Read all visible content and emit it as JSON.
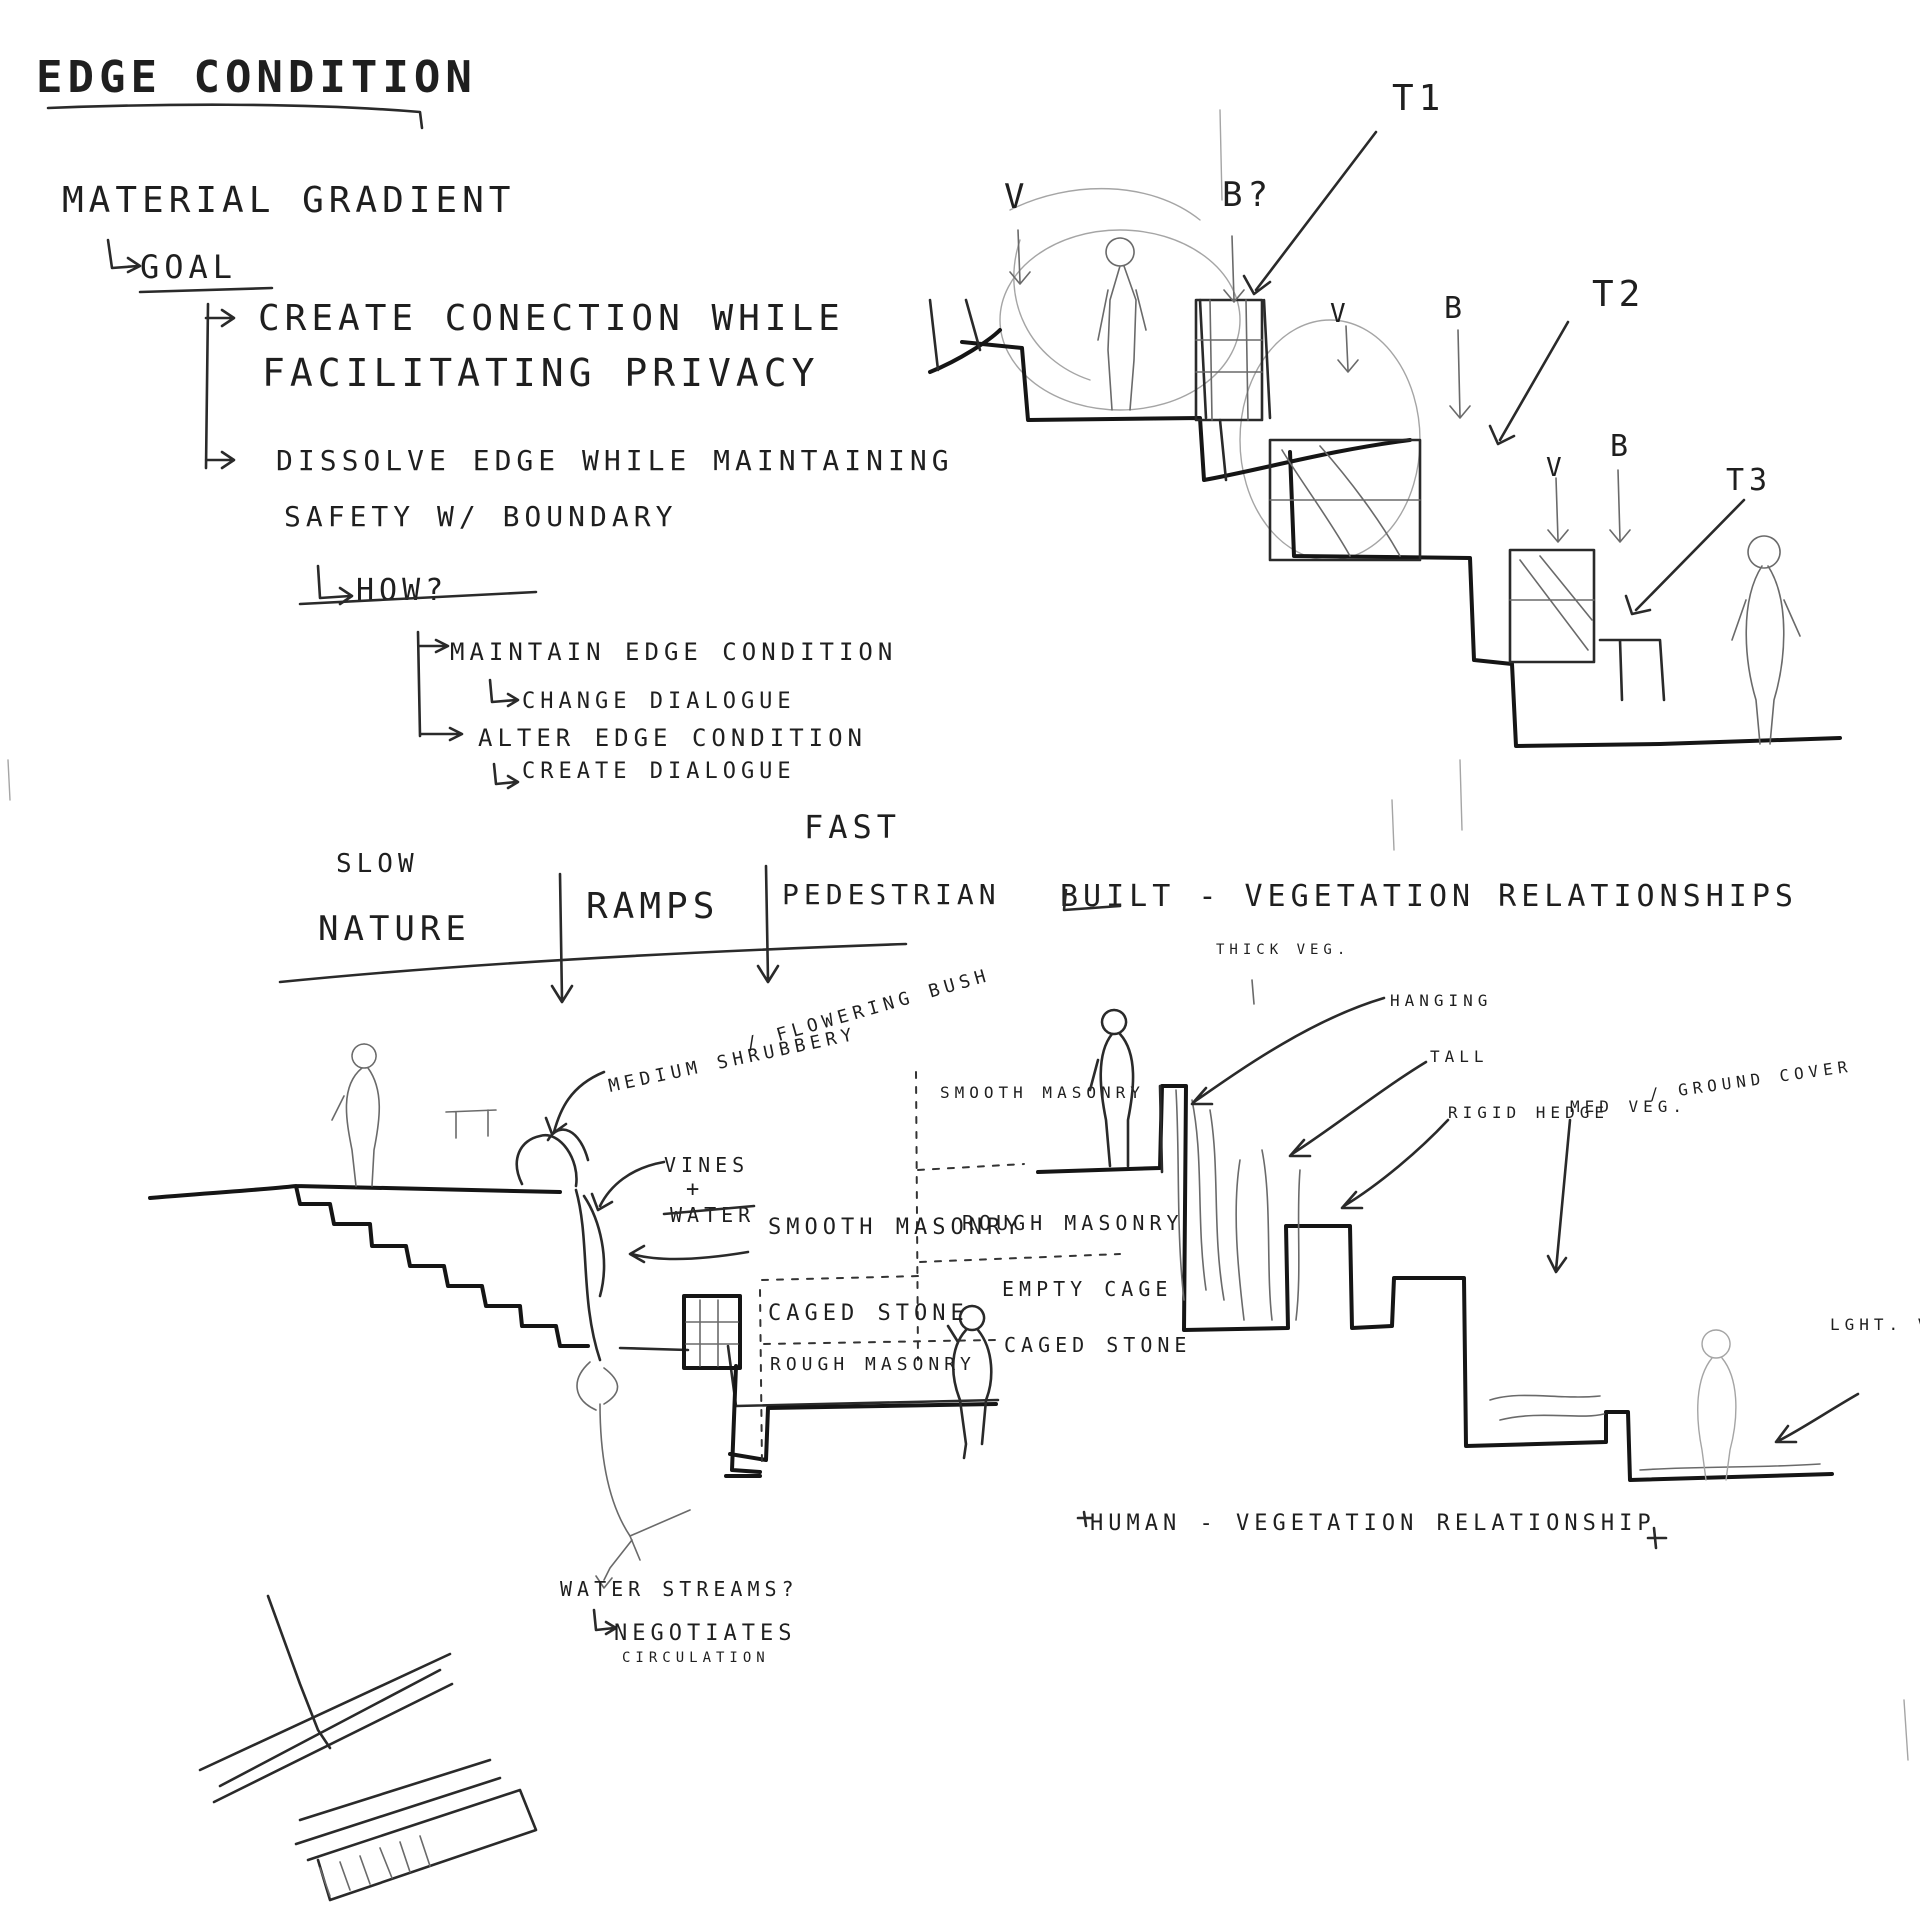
{
  "title": "EDGE CONDITION",
  "notes": {
    "material_gradient": "MATERIAL GRADIENT",
    "goal": "GOAL",
    "goal_1_line_1": "CREATE CONECTION WHILE",
    "goal_1_line_2": "FACILITATING PRIVACY",
    "goal_2_line_1": "DISSOLVE EDGE WHILE MAINTAINING",
    "goal_2_line_2": "SAFETY W/ BOUNDARY",
    "how": "HOW?",
    "how_1": "MAINTAIN EDGE CONDITION",
    "how_1_sub": "CHANGE DIALOGUE",
    "how_2": "ALTER EDGE CONDITION",
    "how_2_sub": "CREATE DIALOGUE"
  },
  "top_section": {
    "t1": "T1",
    "t2": "T2",
    "t3": "T3",
    "v": "V",
    "b": "B",
    "b_question": "B?"
  },
  "speed_diagram": {
    "slow": "SLOW",
    "fast": "FAST",
    "nature": "NATURE",
    "ramps": "RAMPS",
    "pedestrian": "PEDESTRIAN"
  },
  "left_section": {
    "medium_shrubbery": "MEDIUM SHRUBBERY",
    "flowering_bush": "/ FLOWERING BUSH",
    "vines": "VINES",
    "plus": "+",
    "water": "WATER",
    "smooth_masonry": "SMOOTH MASONRY",
    "rough_masonry": "ROUGH MASONRY",
    "empty_cage": "EMPTY CAGE",
    "caged_stone": "CAGED STONE",
    "water_streams": "WATER STREAMS?",
    "negotiates": "NEGOTIATES",
    "circulation": "CIRCULATION"
  },
  "right_section": {
    "title": "BUILT - VEGETATION RELATIONSHIPS",
    "thick_veg": "THICK VEG.",
    "hanging": "HANGING",
    "tall": "TALL",
    "rigid_hedge": "RIGID HEDGE",
    "med_veg": "MED VEG.",
    "ground_cover": "/ GROUND COVER",
    "lght_veg": "LGHT. VEG.",
    "human_veg": "HUMAN - VEGETATION RELATIONSHIP"
  },
  "colors": {
    "paper": "#ffffff",
    "ink": "#1f1f1f"
  }
}
